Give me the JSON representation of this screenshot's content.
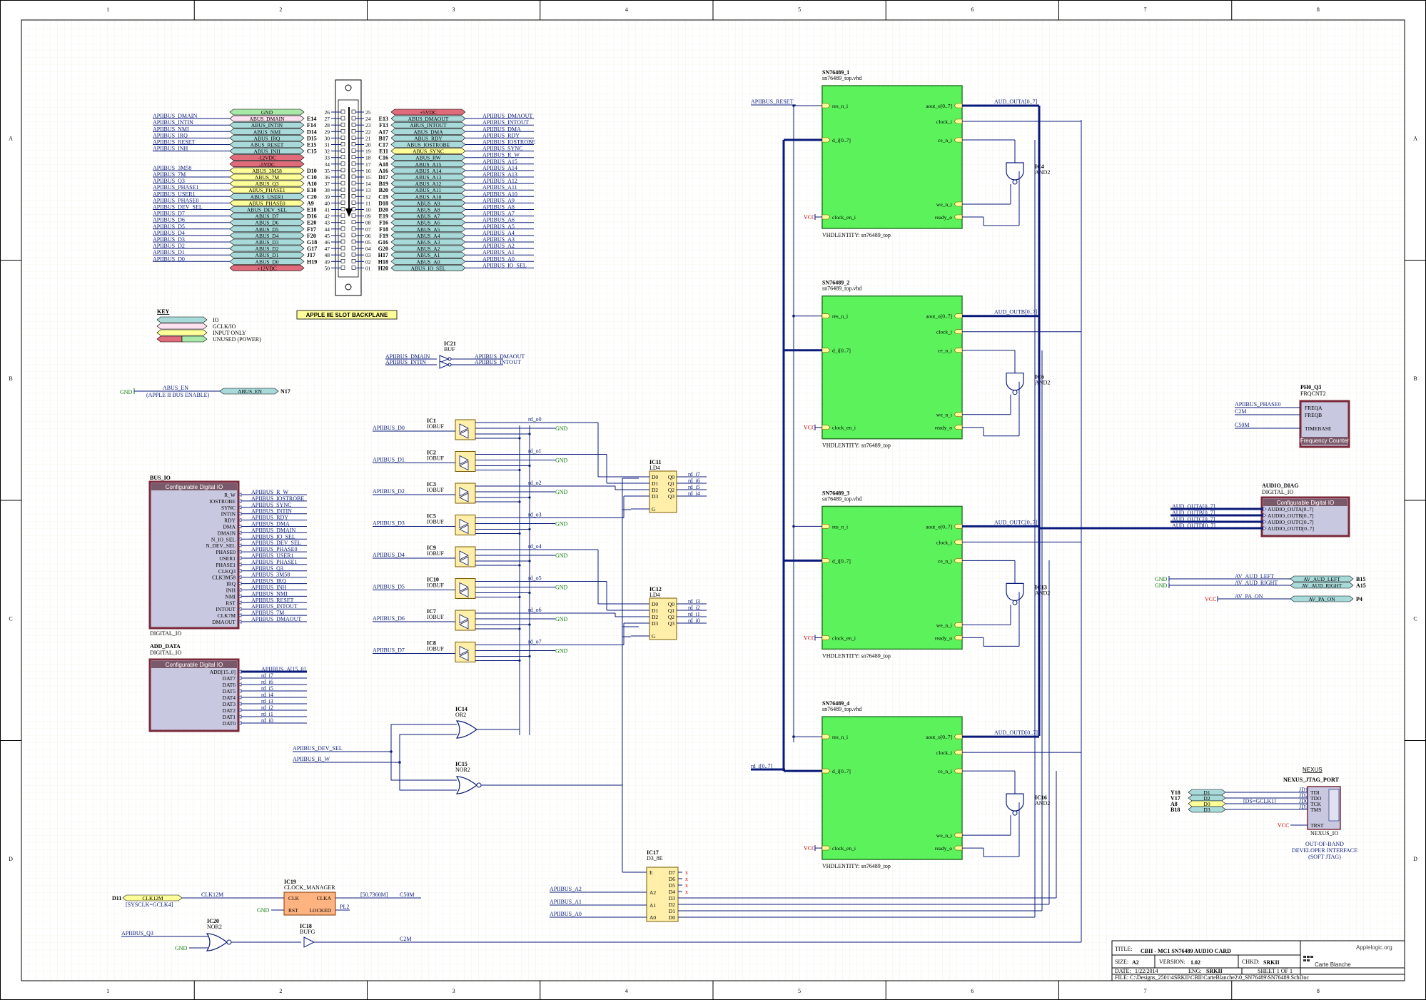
{
  "border": {
    "columns": [
      "1",
      "2",
      "3",
      "4",
      "5",
      "6",
      "7",
      "8"
    ],
    "rows": [
      "A",
      "B",
      "C",
      "D"
    ]
  },
  "backplane": {
    "title": "APPLE IIE SLOT BACKPLANE",
    "left_nets": [
      "APIIBUS_DMAIN",
      "APIIBUS_INTIN",
      "APIIBUS_NMI",
      "APIIBUS_IRQ",
      "APIIBUS_RESET",
      "APIIBUS_INH",
      "",
      "",
      "APIIBUS_3M58",
      "APIIBUS_7M",
      "APIIBUS_Q3",
      "APIIBUS_PHASE1",
      "APIIBUS_USER1",
      "APIIBUS_PHASE0",
      "APIIBUS_DEV_SEL",
      "APIIBUS_D7",
      "APIIBUS_D6",
      "APIIBUS_D5",
      "APIIBUS_D4",
      "APIIBUS_D3",
      "APIIBUS_D2",
      "APIIBUS_D1",
      "APIIBUS_D0"
    ],
    "left_labels": [
      "GND",
      "ABUS_DMAIN",
      "ABUS_INTIN",
      "ABUS_NMI",
      "ABUS_IRQ",
      "ABUS_RESET",
      "ABUS_INH",
      "-12VDC",
      "-5VDC",
      "ABUS_3M58",
      "ABUS_7M",
      "ABUS_Q3",
      "ABUS_PHASE1",
      "ABUS_USER1",
      "ABUS_PHASE0",
      "ABUS_DEV_SEL",
      "ABUS_D7",
      "ABUS_D6",
      "ABUS_D5",
      "ABUS_D4",
      "ABUS_D3",
      "ABUS_D2",
      "ABUS_D1",
      "ABUS_D0",
      "+12VDC"
    ],
    "left_pins": [
      "",
      "E14",
      "F14",
      "D14",
      "D15",
      "E15",
      "C15",
      "",
      "",
      "D10",
      "C10",
      "A10",
      "E10",
      "C20",
      "A9",
      "E18",
      "D16",
      "E20",
      "F17",
      "F20",
      "G18",
      "G17",
      "J17",
      "H19",
      ""
    ],
    "left_nums": [
      "26",
      "27",
      "28",
      "29",
      "30",
      "31",
      "32",
      "33",
      "34",
      "35",
      "36",
      "37",
      "38",
      "39",
      "40",
      "41",
      "42",
      "43",
      "44",
      "45",
      "46",
      "47",
      "48",
      "49",
      "50"
    ],
    "right_nums": [
      "25",
      "24",
      "23",
      "22",
      "21",
      "20",
      "19",
      "18",
      "17",
      "16",
      "15",
      "14",
      "13",
      "12",
      "11",
      "10",
      "09",
      "08",
      "07",
      "06",
      "05",
      "04",
      "03",
      "02",
      "01"
    ],
    "right_pins": [
      "",
      "E13",
      "F13",
      "A17",
      "B17",
      "C17",
      "E11",
      "C16",
      "A18",
      "A16",
      "D17",
      "B19",
      "B20",
      "C19",
      "D18",
      "D20",
      "E19",
      "F16",
      "F18",
      "F19",
      "G16",
      "G20",
      "H17",
      "H18",
      "H20"
    ],
    "right_labels": [
      "+5VDC",
      "ABUS_DMAOUT",
      "ABUS_INTOUT",
      "ABUS_DMA",
      "ABUS_RDY",
      "ABUS_IOSTROBE",
      "ABUS_SYNC",
      "ABUS_RW",
      "ABUS_A15",
      "ABUS_A14",
      "ABUS_A13",
      "ABUS_A12",
      "ABUS_A11",
      "ABUS_A10",
      "ABUS_A9",
      "ABUS_A8",
      "ABUS_A7",
      "ABUS_A6",
      "ABUS_A5",
      "ABUS_A4",
      "ABUS_A3",
      "ABUS_A2",
      "ABUS_A1",
      "ABUS_A0",
      "ABUS_IO_SEL"
    ],
    "right_nets": [
      "",
      "APIIBUS_DMAOUT",
      "APIIBUS_INTOUT",
      "APIIBUS_DMA",
      "APIIBUS_RDY",
      "APIIBUS_IOSTROBE",
      "APIIBUS_SYNC",
      "APIIBUS_R_W",
      "APIIBUS_A15",
      "APIIBUS_A14",
      "APIIBUS_A13",
      "APIIBUS_A12",
      "APIIBUS_A11",
      "APIIBUS_A10",
      "APIIBUS_A9",
      "APIIBUS_A8",
      "APIIBUS_A7",
      "APIIBUS_A6",
      "APIIBUS_A5",
      "APIIBUS_A4",
      "APIIBUS_A3",
      "APIIBUS_A2",
      "APIIBUS_A1",
      "APIIBUS_A0",
      "APIIBUS_IO_SEL"
    ]
  },
  "key": {
    "title": "KEY",
    "items": [
      "IO",
      "GCLK/IO",
      "INPUT ONLY",
      "UNUSED (POWER)"
    ]
  },
  "abus_en": {
    "gnd": "GND",
    "net": "ABUS_EN",
    "sub": "(APPLE II BUS ENABLE)",
    "label": "ABUS_EN",
    "pin": "N17"
  },
  "ic21": {
    "ref": "IC21",
    "type": "BUF",
    "in": [
      "APIIBUS_DMAIN",
      "APIIBUS_INTIN"
    ],
    "out": [
      "APIIBUS_DMAOUT",
      "APIIBUS_INTOUT"
    ]
  },
  "bus_io": {
    "ref": "BUS_IO",
    "header": "Configurable Digital IO",
    "type": "DIGITAL_IO",
    "pins": [
      "R_W",
      "IOSTROBE",
      "SYNC",
      "INTIN",
      "RDY",
      "DMA",
      "DMAIN",
      "N_IO_SEL",
      "N_DEV_SEL",
      "PHASE0",
      "USER1",
      "PHASE1",
      "CLKQ3",
      "CLK3M58",
      "IRQ",
      "INH",
      "NMI",
      "RST",
      "INTOUT",
      "CLK7M",
      "DMAOUT"
    ],
    "nets": [
      "APIIBUS_R_W",
      "APIIBUS_IOSTROBE",
      "APIIBUS_SYNC",
      "APIIBUS_INTIN",
      "APIIBUS_RDY",
      "APIIBUS_DMA",
      "APIIBUS_DMAIN",
      "APIIBUS_IO_SEL",
      "APIIBUS_DEV_SEL",
      "APIIBUS_PHASE0",
      "APIIBUS_USER1",
      "APIIBUS_PHASE1",
      "APIIBUS_Q3",
      "APIIBUS_3M58",
      "APIIBUS_IRQ",
      "APIIBUS_INH",
      "APIIBUS_NMI",
      "APIIBUS_RESET",
      "APIIBUS_INTOUT",
      "APIIBUS_7M",
      "APIIBUS_DMAOUT"
    ]
  },
  "add_data": {
    "ref": "ADD_DATA",
    "type": "DIGITAL_IO",
    "header": "Configurable Digital IO",
    "pins": [
      "ADD[15..0]",
      "DAT7",
      "DAT6",
      "DAT5",
      "DAT4",
      "DAT3",
      "DAT2",
      "DAT1",
      "DAT0"
    ],
    "nets": [
      "APIIBUS_A[15..0]",
      "rd_i7",
      "rd_i6",
      "rd_i5",
      "rd_i4",
      "rd_i3",
      "rd_i2",
      "rd_i1",
      "rd_i0"
    ]
  },
  "iobufs": {
    "type": "IOBUF",
    "refs": [
      "IC1",
      "IC2",
      "IC3",
      "IC5",
      "IC9",
      "IC10",
      "IC7",
      "IC8"
    ],
    "in_nets": [
      "APIIBUS_D0",
      "APIIBUS_D1",
      "APIIBUS_D2",
      "APIIBUS_D3",
      "APIIBUS_D4",
      "APIIBUS_D5",
      "APIIBUS_D6",
      "APIIBUS_D7"
    ],
    "out_nets": [
      "rd_o0",
      "rd_o1",
      "rd_o2",
      "rd_o3",
      "rd_o4",
      "rd_o5",
      "rd_o6",
      "rd_o7"
    ],
    "gnd": "GND"
  },
  "ic11": {
    "ref": "IC11",
    "type": "LD4",
    "in": [
      "D0",
      "D1",
      "D2",
      "D3",
      "G"
    ],
    "out": [
      "Q0",
      "Q1",
      "Q2",
      "Q3"
    ],
    "nets": [
      "rd_i7",
      "rd_i6",
      "rd_i5",
      "rd_i4"
    ]
  },
  "ic12": {
    "ref": "IC12",
    "type": "LD4",
    "in": [
      "D0",
      "D1",
      "D2",
      "D3",
      "G"
    ],
    "out": [
      "Q0",
      "Q1",
      "Q2",
      "Q3"
    ],
    "nets": [
      "rd_i3",
      "rd_i2",
      "rd_i1",
      "rd_i0"
    ]
  },
  "gates": {
    "ic14": {
      "ref": "IC14",
      "type": "OR2"
    },
    "ic15": {
      "ref": "IC15",
      "type": "NOR2"
    },
    "ic20": {
      "ref": "IC20",
      "type": "NOR2"
    },
    "ic18": {
      "ref": "IC18",
      "type": "BUFG"
    },
    "inputs": [
      "APIIBUS_DEV_SEL",
      "APIIBUS_R_W"
    ],
    "q3": "APIIBUS_Q3",
    "gnd": "GND",
    "c2m": "C2M"
  },
  "ic17": {
    "ref": "IC17",
    "type": "D3_8E",
    "in": [
      "E",
      "A2",
      "A1",
      "A0"
    ],
    "out": [
      "D7",
      "D6",
      "D5",
      "D4",
      "D3",
      "D2",
      "D1",
      "D0"
    ],
    "nets": [
      "APIIBUS_A2",
      "APIIBUS_A1",
      "APIIBUS_A0"
    ]
  },
  "ic19": {
    "ref": "IC19",
    "type": "CLOCK_MANAGER",
    "pins": [
      "CLK",
      "RST",
      "CLKA",
      "LOCKED"
    ],
    "d11": "D11",
    "label": "CLK12M",
    "sub": "[SYSCLK=GCLK4]",
    "net": "CLK12M",
    "freq": "[50.7360M]",
    "c50m": "C50M",
    "pl2": "PL2",
    "gnd": "GND"
  },
  "sn_chips": [
    {
      "name": "SN76489_1",
      "out": "AUD_OUTA[0..7]",
      "ic": "IC4"
    },
    {
      "name": "SN76489_2",
      "out": "AUD_OUTB[0..7]",
      "ic": "IC6"
    },
    {
      "name": "SN76489_3",
      "out": "AUD_OUTC[0..7]",
      "ic": "IC13"
    },
    {
      "name": "SN76489_4",
      "out": "AUD_OUTD[0..7]",
      "ic": "IC16"
    }
  ],
  "sn_common": {
    "file": "sn76489_top.vhd",
    "entity": "VHDLENTITY: sn76489_top",
    "left_pins": [
      "res_n_i",
      "d_i[0..7]",
      "clock_en_i"
    ],
    "right_pins": [
      "aout_o[0..7]",
      "clock_i",
      "ce_n_i",
      "we_n_i",
      "ready_o"
    ],
    "gate": "AND2",
    "vcc": "VCC",
    "reset_net": "APIIBUS_RESET",
    "data_net": "rd_i[0..7]"
  },
  "freq_counter": {
    "ref": "PH0_Q3",
    "type": "FRQCNT2",
    "pins": [
      "FREQA",
      "FREQB",
      "TIMEBASE"
    ],
    "nets": [
      "APIIBUS_PHASE0",
      "C2M",
      "C50M"
    ],
    "footer": "Frequency Counter"
  },
  "audio_diag": {
    "ref": "AUDIO_DIAG",
    "type": "DIGITAL_IO",
    "header": "Configurable Digital IO",
    "nets": [
      "AUD_OUTA[0..7]",
      "AUD_OUTB[0..7]",
      "AUD_OUTC[0..7]",
      "AUD_OUTD[0..7]"
    ],
    "pins": [
      "AUDIO_OUTA[0..7]",
      "AUDIO_OUTB[0..7]",
      "AUDIO_OUTC[0..7]",
      "AUDIO_OUTD[0..7]"
    ]
  },
  "av_outs": {
    "gnd": "GND",
    "vcc": "VCC",
    "nets": [
      "AV_AUD_LEFT",
      "AV_AUD_RIGHT",
      "AV_PA_ON"
    ],
    "labels": [
      "AV_AUD_LEFT",
      "AV_AUD_RIGHT",
      "AV_PA_ON"
    ],
    "pins": [
      "B15",
      "A15",
      "P4"
    ]
  },
  "nexus": {
    "title": "NEXUS",
    "ref": "NEXUS_JTAG_PORT",
    "pins_left": [
      "Y18",
      "V17",
      "A8",
      "B18"
    ],
    "labels": [
      "D1",
      "D2",
      "D0",
      "D3"
    ],
    "jtag_nets": [
      "JD1",
      "JD2",
      "JD0",
      "JD3"
    ],
    "jtag_pins": [
      "TDI",
      "TDO",
      "TCK",
      "TMS",
      "TRST"
    ],
    "sub_label": "[DS=GCLK1]",
    "vcc": "VCC",
    "type": "NEXUS_IO",
    "note": [
      "OUT-OF-BAND",
      "DEVELOPER INTERFACE",
      "(SOFT JTAG)"
    ]
  },
  "titleblock": {
    "title_label": "TITLE:",
    "title": "CBII - MC1 SN76489 AUDIO CARD",
    "size_label": "SIZE:",
    "size": "A2",
    "version_label": "VERSION:",
    "version": "1.02",
    "chkd_label": "CHKD:",
    "chkd": "SRKII",
    "date_label": "DATE:",
    "date": "1/22/2014",
    "eng_label": "ENG:",
    "eng": "SRKII",
    "sheet": "SHEET 1 OF 1",
    "file": "FILE: C:\\Designs_2501\\4SRKII\\CBII\\CarteBlanche2\\0_SN76489\\SN76489.SchDoc",
    "brand1": "Applelogic.org",
    "brand2": "Carte Blanche"
  }
}
